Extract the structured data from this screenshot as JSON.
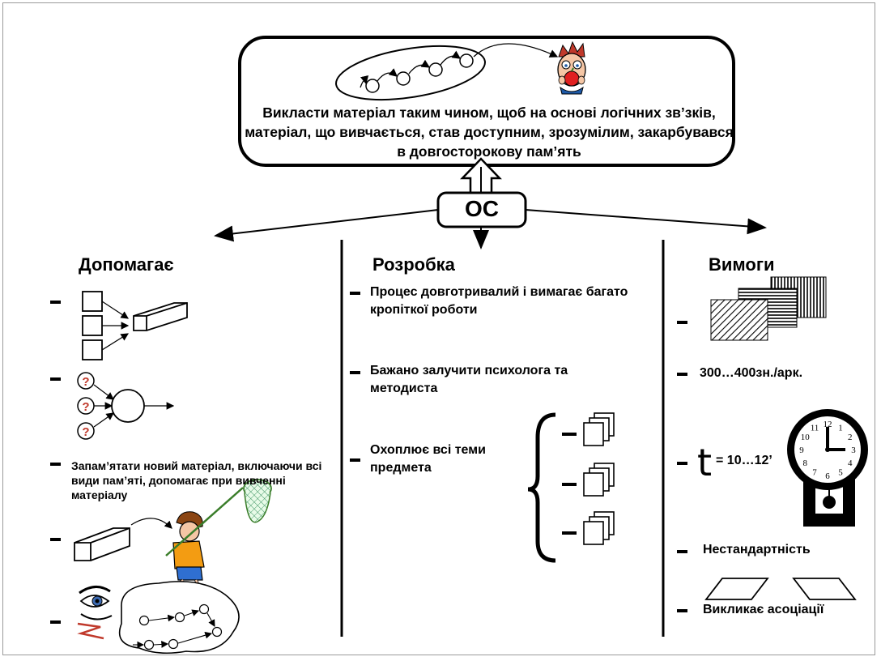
{
  "goal": {
    "text": "Викласти матеріал таким чином, щоб на основі логічних зв’зків, матеріал, що вивчається, став доступним, зрозумілим, закарбувався в довгосторокову пам’ять"
  },
  "center": {
    "label": "ОС"
  },
  "left": {
    "heading": "Допомагає",
    "memory_text": "Запам’ятати новий матеріал, включаючи всі види пам’яті, допомагає при вивченні матеріалу",
    "question_mark": "?"
  },
  "middle": {
    "heading": "Розробка",
    "item1": "Процес довготривалий і вимагає багато кропіткої роботи",
    "item2": "Бажано залучити психолога та методиста",
    "item3": "Охоплює всі теми предмета"
  },
  "right": {
    "heading": "Вимоги",
    "chars": "300…400зн./арк.",
    "time_symbol": "t",
    "time_value": "= 10…12’",
    "nonstandard": "Нестандартність",
    "associations": "Викликає асоціації"
  },
  "clock": {
    "numerals": [
      "12",
      "1",
      "2",
      "3",
      "4",
      "5",
      "6",
      "7",
      "8",
      "9",
      "10",
      "11"
    ]
  }
}
